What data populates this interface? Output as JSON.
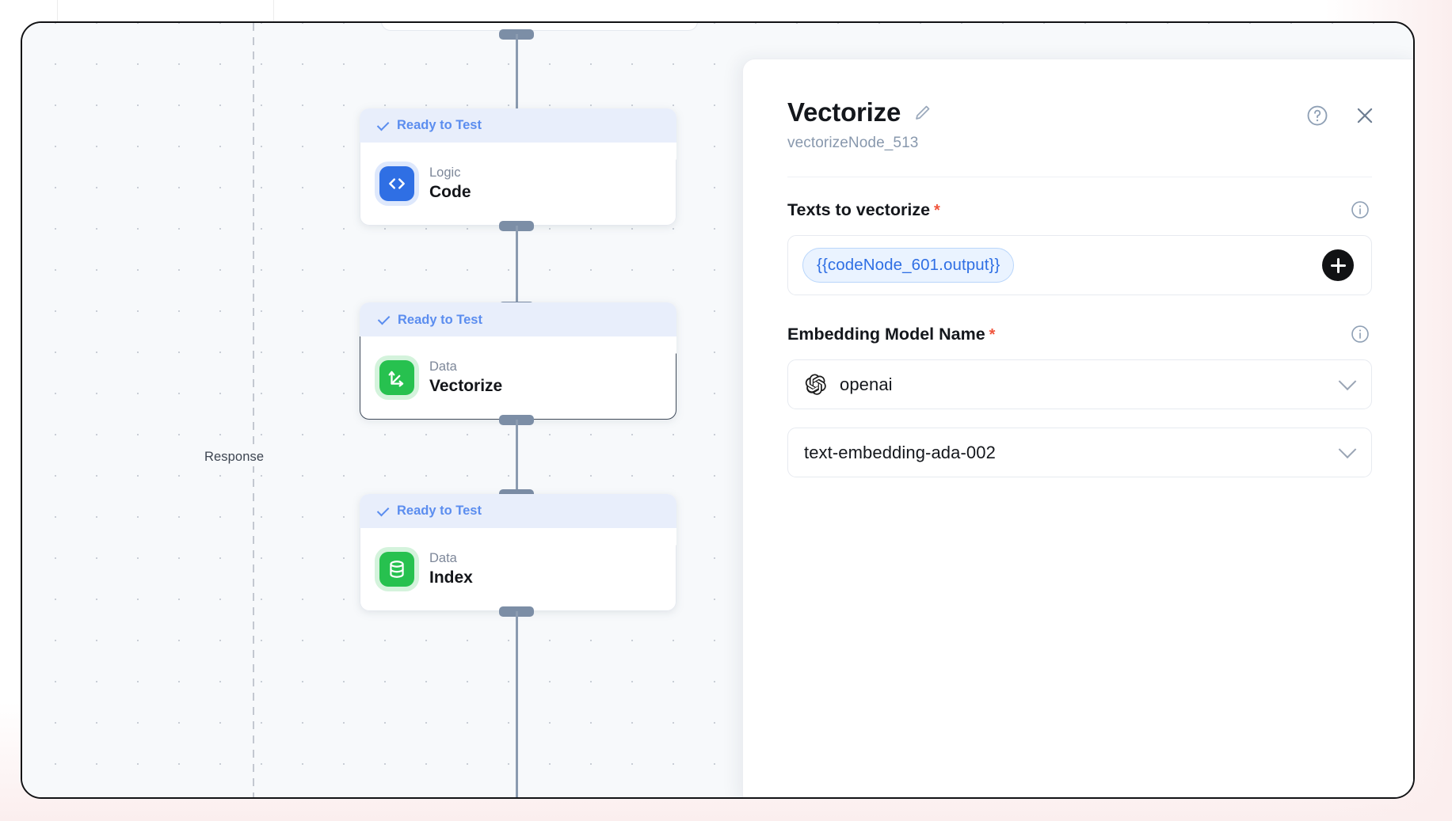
{
  "canvas": {
    "lane_label": "Response",
    "nodes": [
      {
        "status": "Ready to Test",
        "category": "Logic",
        "title": "Code",
        "icon": "code-brackets-icon",
        "accent": "#2f6fe4",
        "selected": false
      },
      {
        "status": "Ready to Test",
        "category": "Data",
        "title": "Vectorize",
        "icon": "vector-axes-icon",
        "accent": "#27c14f",
        "selected": true
      },
      {
        "status": "Ready to Test",
        "category": "Data",
        "title": "Index",
        "icon": "database-icon",
        "accent": "#27c14f",
        "selected": false
      }
    ]
  },
  "panel": {
    "title": "Vectorize",
    "edit_icon": "pencil-icon",
    "subtitle": "vectorizeNode_513",
    "help_icon": "help-circle-icon",
    "close_icon": "close-icon",
    "fields": {
      "texts": {
        "label": "Texts to vectorize",
        "required_marker": "*",
        "info_icon": "info-circle-icon",
        "tokens": [
          "{{codeNode_601.output}}"
        ],
        "add_icon": "plus-icon"
      },
      "embedding_model": {
        "label": "Embedding Model Name",
        "required_marker": "*",
        "info_icon": "info-circle-icon",
        "provider": {
          "value": "openai",
          "icon": "openai-logo-icon",
          "chevron": "chevron-down-icon"
        },
        "model": {
          "value": "text-embedding-ada-002",
          "chevron": "chevron-down-icon"
        }
      }
    }
  },
  "colors": {
    "accent_blue": "#2f6fe4",
    "accent_green": "#27c14f",
    "status_badge_bg": "#e8eefb",
    "status_text": "#5b8def",
    "required_red": "#f0553c",
    "token_chip_bg": "#eaf3ff"
  }
}
